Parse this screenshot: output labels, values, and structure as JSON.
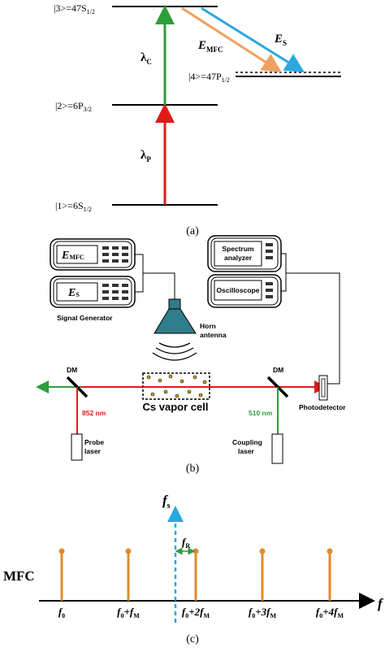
{
  "panel_a": {
    "levels": [
      {
        "label": "|3>=47S",
        "sub": "1/2"
      },
      {
        "label": "|2>=6P",
        "sub": "3/2"
      },
      {
        "label": "|1>=6S",
        "sub": "1/2"
      },
      {
        "label": "|4>=47P",
        "sub": "1/2"
      }
    ],
    "lambda_c": "λ",
    "lambda_c_sub": "C",
    "lambda_p": "λ",
    "lambda_p_sub": "P",
    "e_mfc": "E",
    "e_mfc_sub": "MFC",
    "e_s": "E",
    "e_s_sub": "S",
    "caption": "(a)",
    "colors": {
      "coupling": "#2e9e3a",
      "probe": "#e01a1a",
      "mfc": "#f0a060",
      "signal": "#2aa8e0"
    }
  },
  "panel_b": {
    "gen_emfc": "E",
    "gen_emfc_sub": "MFC",
    "gen_es": "E",
    "gen_es_sub": "S",
    "signal_generator": "Signal Generator",
    "spectrum_l1": "Spectrum",
    "spectrum_l2": "analyzer",
    "oscilloscope": "Oscilloscope",
    "horn_l1": "Horn",
    "horn_l2": "antenna",
    "dm_left": "DM",
    "dm_right": "DM",
    "cell_label": "Cs vapor cell",
    "wl_probe": "852 nm",
    "wl_coupling": "510 nm",
    "probe_l1": "Probe",
    "probe_l2": "laser",
    "coupling_l1": "Coupling",
    "coupling_l2": "laser",
    "photodetector": "Photodetector",
    "caption": "(b)",
    "colors": {
      "antenna": "#2e7d8a",
      "probe": "#e01a1a",
      "coupling": "#2e9e3a"
    }
  },
  "panel_c": {
    "fs": "f",
    "fs_sub": "s",
    "fr": "f",
    "fr_sub": "R",
    "mfc_label": "MFC",
    "axis_f": "f",
    "teeth": [
      {
        "pre": "f",
        "sub": "0",
        "post": ""
      },
      {
        "pre": "f",
        "sub": "0",
        "post": "+f",
        "post_sub": "M"
      },
      {
        "pre": "f",
        "sub": "0",
        "post": "+2f",
        "post_sub": "M"
      },
      {
        "pre": "f",
        "sub": "0",
        "post": "+3f",
        "post_sub": "M"
      },
      {
        "pre": "f",
        "sub": "0",
        "post": "+4f",
        "post_sub": "M"
      }
    ],
    "caption": "(c)",
    "colors": {
      "teeth": "#e08a2e",
      "signal": "#2aa8e0",
      "fr": "#2e9e3a"
    }
  }
}
